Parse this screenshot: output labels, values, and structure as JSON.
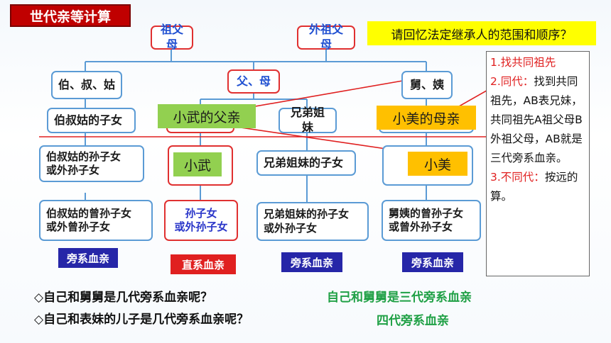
{
  "title": "世代亲等计算",
  "question_box": "请回忆法定继承人的范围和顺序？",
  "nodes": {
    "grandparents": "祖父母",
    "maternal_grandparents": "外祖父母",
    "uncles_aunts": "伯、叔、姑",
    "parents": "父、母",
    "maternal_uncle_aunt": "舅、姨",
    "cousins": "伯叔姑的子女",
    "siblings": "兄弟姐妹",
    "uncles_grandchildren": "伯叔姑的孙子女\n或外孙子女",
    "sibling_children": "兄弟姐妹的子女",
    "uncles_great_grandchildren": "伯叔姑的曾孙子女\n或外曾孙子女",
    "grandchildren": "孙子女\n或外孙子女",
    "sibling_grandchildren": "兄弟姐妹的孙子女\n或外孙子女",
    "maternal_great_grandchildren": "舅姨的曾孙子女\n或曾外孙子女"
  },
  "tags": {
    "collateral_1": "旁系血亲",
    "lineal": "直系血亲",
    "collateral_2": "旁系血亲",
    "collateral_3": "旁系血亲"
  },
  "labels": {
    "xiaowu_father": "小武的父亲",
    "xiaomei_mother": "小美的母亲",
    "xiaowu": "小武",
    "xiaomei": "小美"
  },
  "note": {
    "s1_num": "1.",
    "s1_text": "找共同祖先",
    "s2_num": "2.",
    "s2_red": "同代：",
    "s2_text": "找到共同祖先，AB表兄妹，共同祖先A祖父母B外祖父母，AB就是三代旁系血亲。",
    "s3_num": "3.",
    "s3_red": "不同代：",
    "s3_text": "按远的算。"
  },
  "questions": {
    "q1": "◇自己和舅舅是几代旁系血亲呢？",
    "q2": "◇自己和表妹的儿子是几代旁系血亲呢？",
    "a1": "自己和舅舅是三代旁系血亲",
    "a2": "四代旁系血亲"
  },
  "colors": {
    "node_border": "#5b9bd5",
    "red": "#e02020",
    "green_label": "#92d050",
    "yellow_label": "#ffc000",
    "tag_blue": "#2626a8",
    "answer_green": "#1fa045"
  }
}
